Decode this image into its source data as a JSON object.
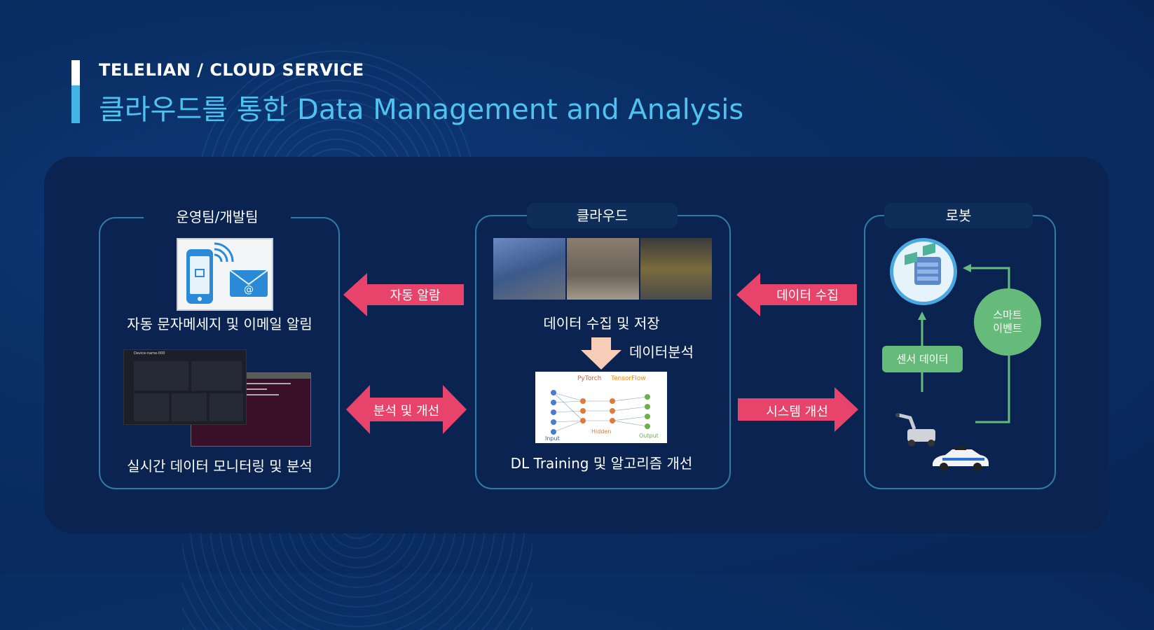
{
  "header": {
    "overline": "TELELIAN / CLOUD SERVICE",
    "title": "클라우드를 통한 Data Management and Analysis"
  },
  "left_box": {
    "label": "운영팀/개발팀",
    "alarm_caption": "자동 문자메세지 및 이메일 알림",
    "monitor_caption": "실시간 데이터 모니터링 및 분석",
    "mail_symbol": "@",
    "dashboard_title": "Device-name-000"
  },
  "center_box": {
    "label": "클라우드",
    "collect_caption": "데이터 수집 및 저장",
    "analysis_label": "데이터분석",
    "training_caption": "DL Training 및 알고리즘 개선",
    "nn_labels": {
      "framework1": "PyTorch",
      "framework2": "TensorFlow",
      "input": "Input",
      "hidden": "Hidden",
      "output": "Output"
    }
  },
  "right_box": {
    "label": "로봇",
    "sensor_label": "센서 데이터",
    "smart_event": "스마트\n이벤트"
  },
  "arrows": {
    "auto_alarm": "자동 알람",
    "analysis_improve": "분석 및 개선",
    "data_collect": "데이터 수집",
    "system_improve": "시스템 개선"
  },
  "colors": {
    "arrow": "#e8436a",
    "accent": "#41b6e6",
    "title": "#4fc2ef",
    "border": "#2e7aa8",
    "green": "#66bb7a"
  }
}
